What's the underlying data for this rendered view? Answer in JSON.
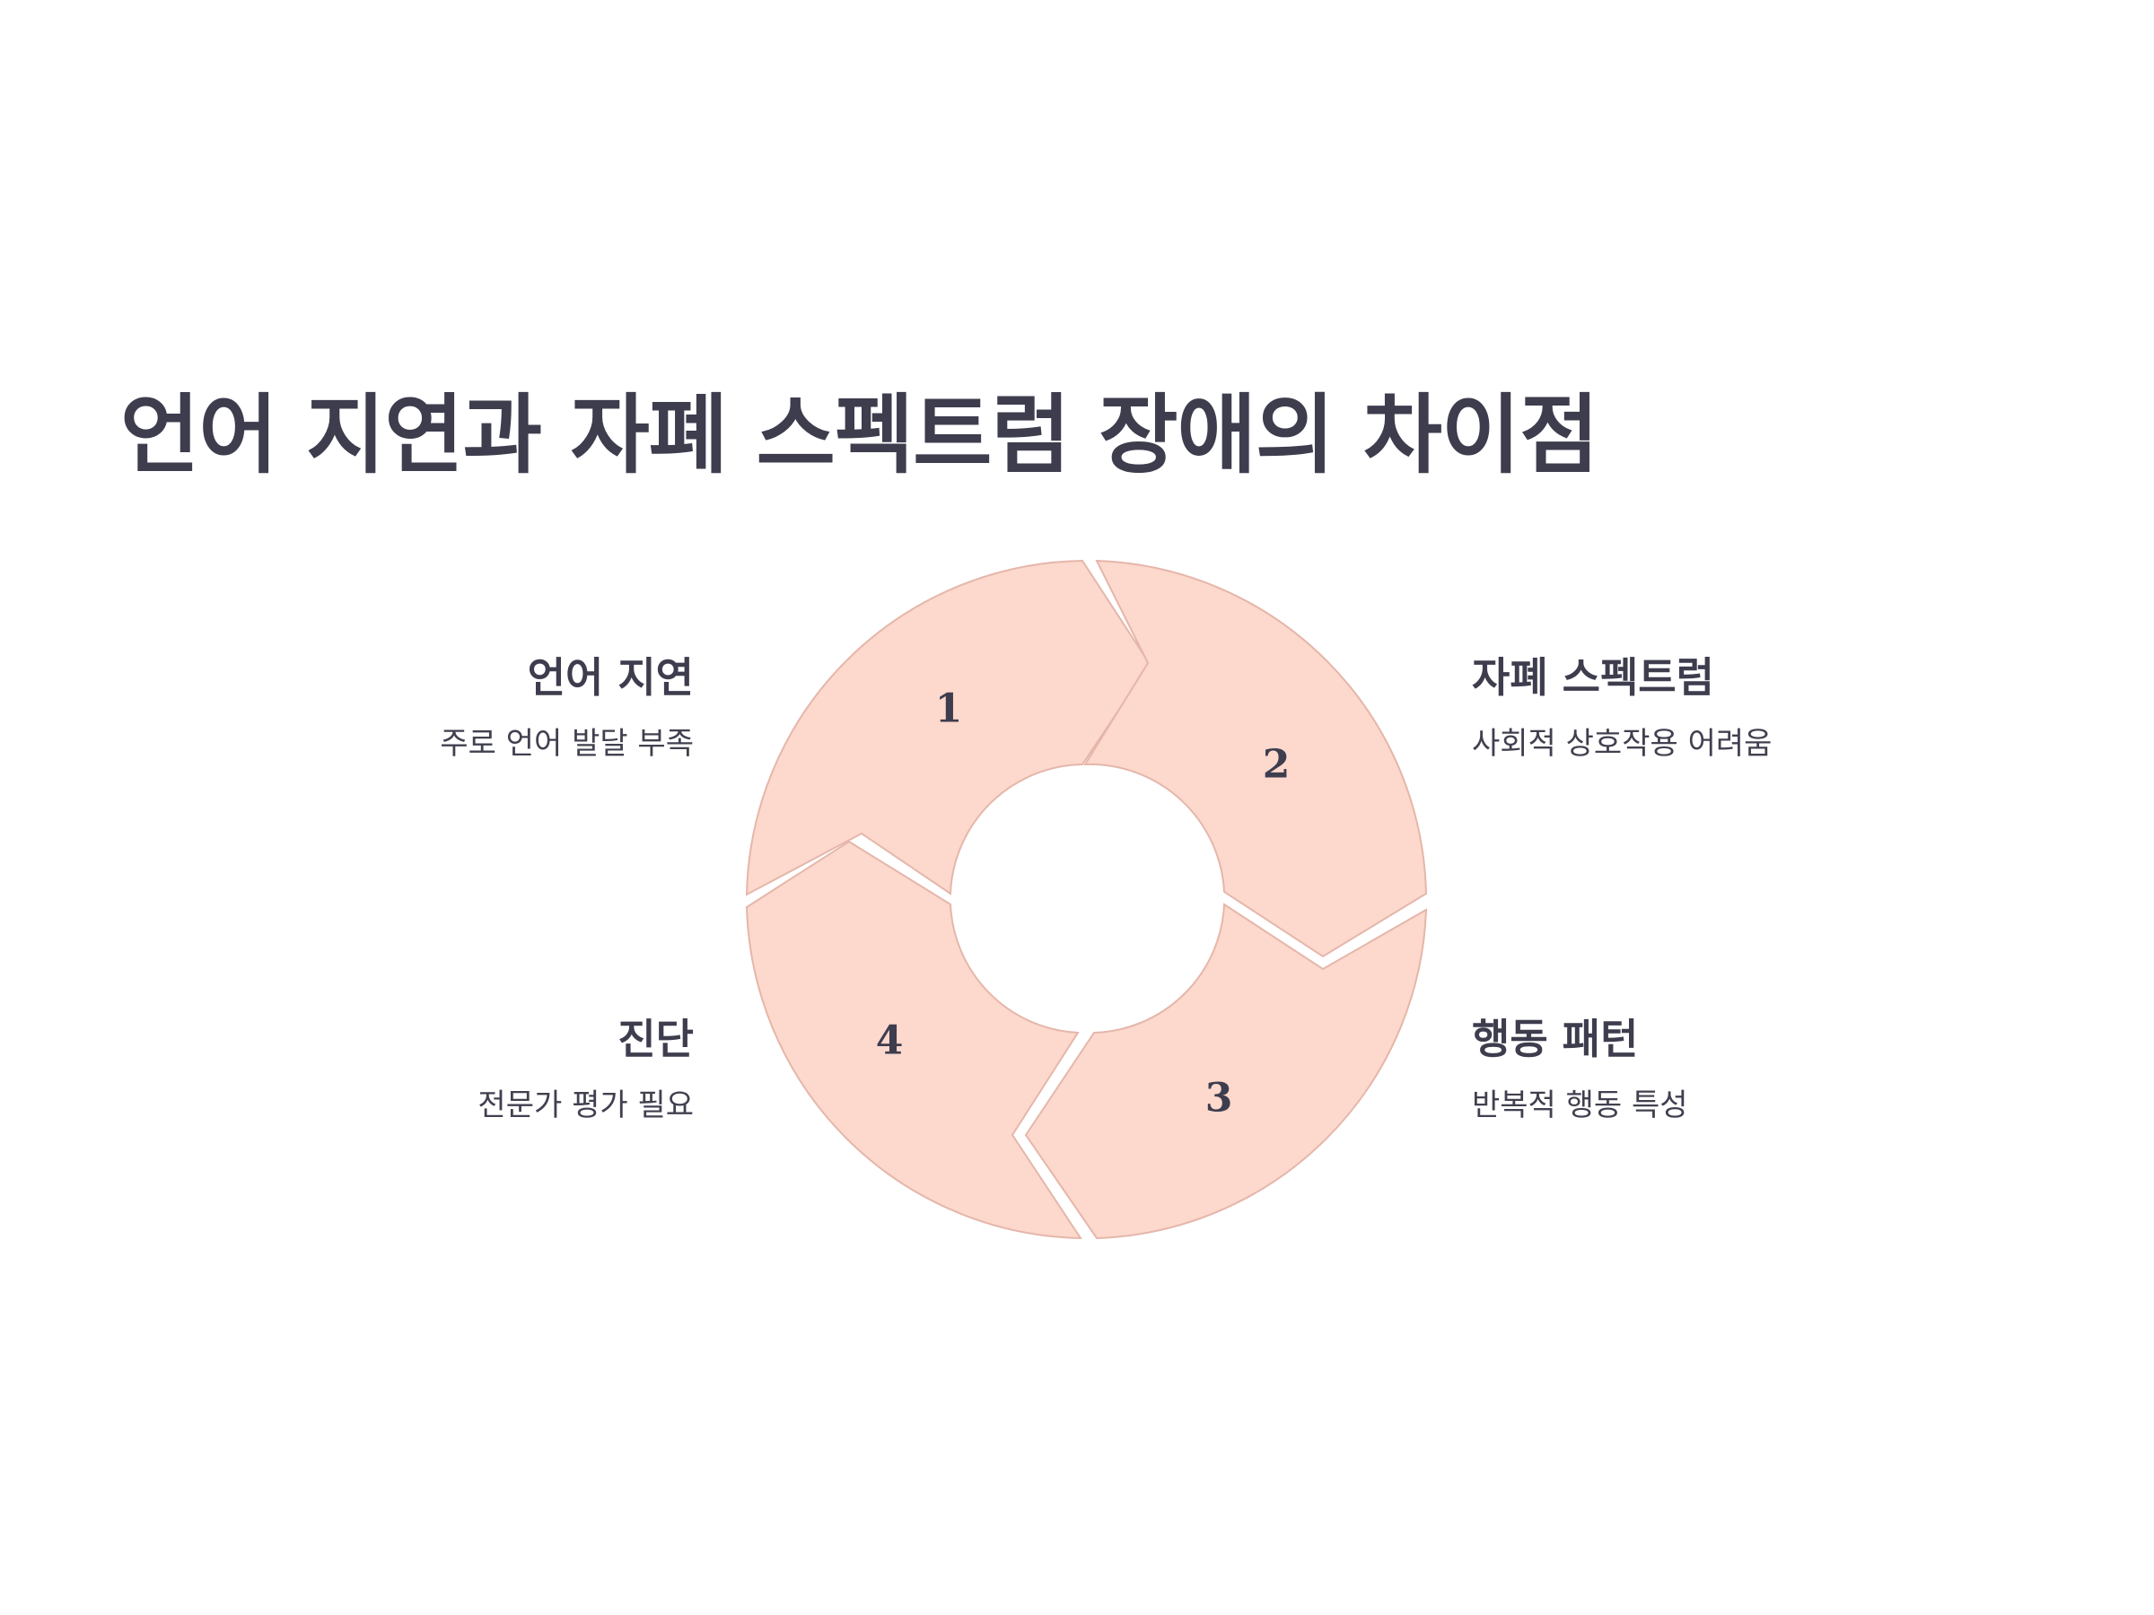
{
  "title": "언어 지연과 자폐 스펙트럼 장애의 차이점",
  "colors": {
    "segment_fill": "#fdd8cc",
    "segment_stroke": "#e5b6aa",
    "text": "#3d3d4e",
    "background": "#ffffff"
  },
  "segments": [
    {
      "number": "1",
      "title": "언어 지연",
      "description": "주로 언어 발달 부족"
    },
    {
      "number": "2",
      "title": "자폐 스펙트럼",
      "description": "사회적 상호작용 어려움"
    },
    {
      "number": "3",
      "title": "행동 패턴",
      "description": "반복적 행동 특성"
    },
    {
      "number": "4",
      "title": "진단",
      "description": "전문가 평가 필요"
    }
  ]
}
